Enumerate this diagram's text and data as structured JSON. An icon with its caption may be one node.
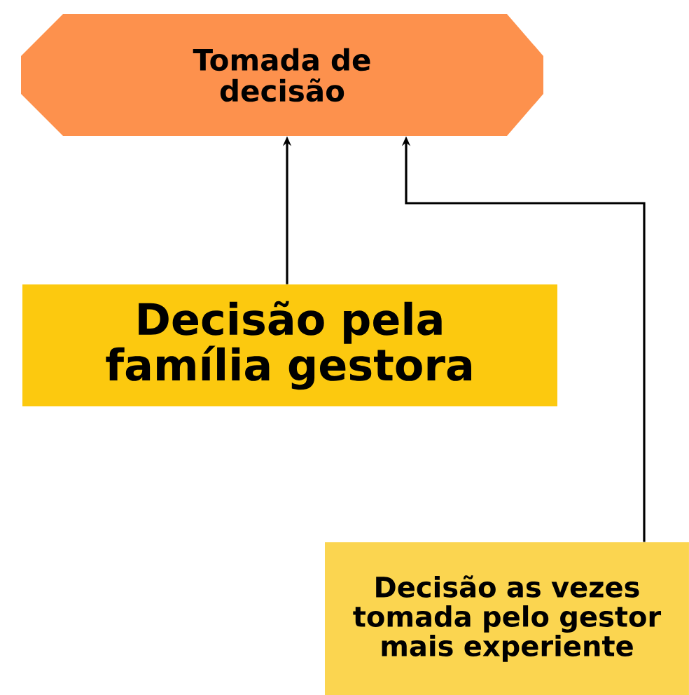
{
  "diagram": {
    "nodes": [
      {
        "text": [
          "Tomada de decisão"
        ]
      },
      {
        "text": [
          "Decisão pela família gestora"
        ]
      },
      {
        "text": [
          "Decisão as vezes tomada pelo gestor mais experiente"
        ]
      }
    ],
    "edges": [
      {
        "from": 1,
        "to": 0,
        "arrow": "to"
      },
      {
        "from": 2,
        "to": 0,
        "arrow": "to"
      }
    ]
  }
}
